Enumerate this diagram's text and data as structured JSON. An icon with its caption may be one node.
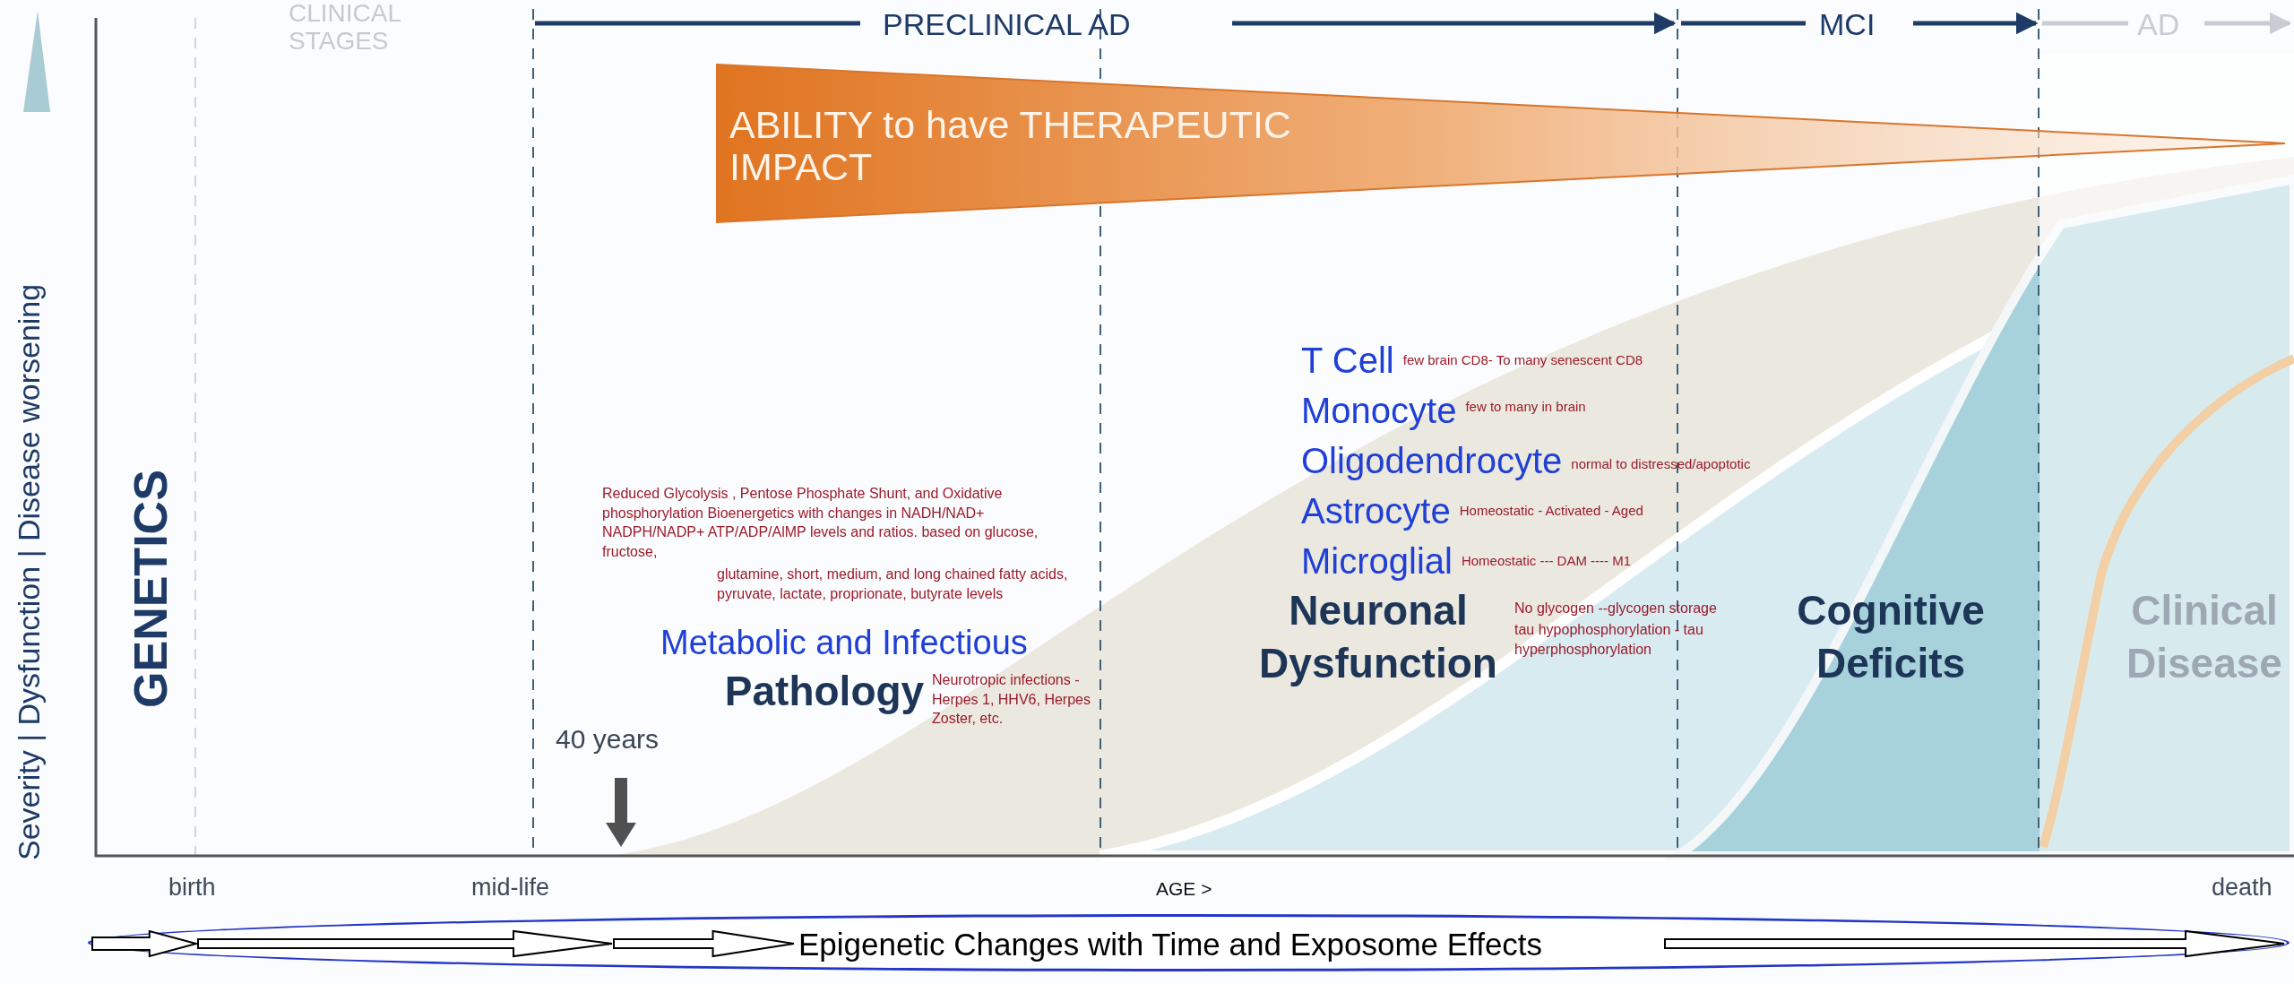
{
  "diagram": {
    "nodes": [
      {
        "text": [
          "ABILITY to have THERAPEUTIC IMPACT"
        ]
      },
      {
        "text": [
          "Epigenetic Changes with Time and Exposome Effects"
        ]
      }
    ],
    "labels": [
      "CLINICAL STAGES",
      "PRECLINICAL AD",
      "MCI",
      "AD",
      "Severity | Dysfunction | Disease worsening",
      "GENETICS",
      "Reduced Glycolysis , Pentose Phosphate Shunt, and Oxidative phosphorylation Bioenergetics with changes in NADH/NAD+ NADPH/NADP+ ATP/ADP/AlMP levels and ratios. based on glucose, fructose,",
      "glutamine, short, medium, and long chained fatty acids, pyruvate, lactate, proprionate, butyrate levels",
      "Metabolic and Infectious",
      "Pathology",
      "Neurotropic infections - Herpes 1, HHV6, Herpes Zoster, etc.",
      "T Cell",
      "few brain CD8- To many senescent CD8",
      "Monocyte",
      "few to many in brain",
      "Oligodendrocyte",
      "normal to distressed/apoptotic",
      "Astrocyte",
      "Homeostatic - Activated - Aged",
      "Microglial",
      "Homeostatic --- DAM ---- M1",
      "Neuronal Dysfunction",
      "No glycogen --glycogen storage",
      "tau hypophosphorylation - tau hyperphosphorylation",
      "Cognitive Deficits",
      "Clinical Disease",
      "40 years",
      "birth",
      "mid-life",
      "AGE >",
      "death"
    ]
  }
}
